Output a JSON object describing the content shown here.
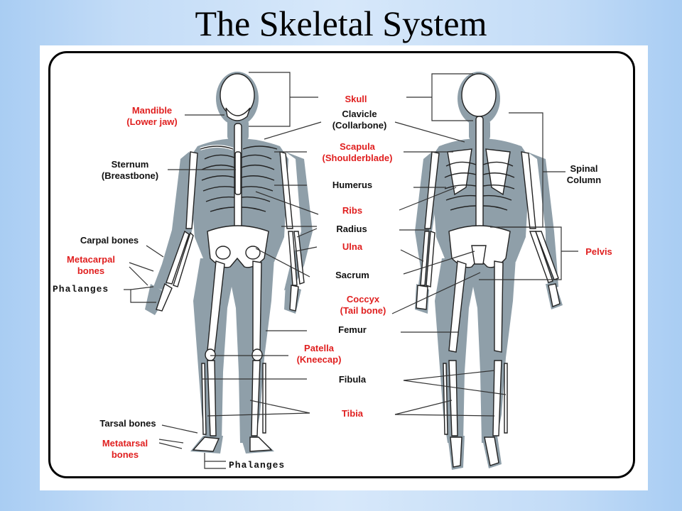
{
  "title": "The Skeletal System",
  "colors": {
    "label_red": "#e01f1f",
    "label_black": "#111111",
    "body_shadow": "#8f9fa9",
    "bone": "#ffffff",
    "background": "#c3dcf7"
  },
  "labels": {
    "mandible": "Mandible\n(Lower jaw)",
    "sternum": "Sternum\n(Breastbone)",
    "carpal_bones": "Carpal bones",
    "metacarpal_bones": "Metacarpal\nbones",
    "phalanges_hand": "Phalanges",
    "tarsal_bones": "Tarsal bones",
    "metatarsal_bones": "Metatarsal\nbones",
    "phalanges_foot": "Phalanges",
    "skull": "Skull",
    "clavicle": "Clavicle\n(Collarbone)",
    "scapula": "Scapula\n(Shoulderblade)",
    "humerus": "Humerus",
    "ribs": "Ribs",
    "radius": "Radius",
    "ulna": "Ulna",
    "sacrum": "Sacrum",
    "coccyx": "Coccyx\n(Tail bone)",
    "femur": "Femur",
    "patella": "Patella\n(Kneecap)",
    "fibula": "Fibula",
    "tibia": "Tibia",
    "spinal_column": "Spinal\nColumn",
    "pelvis": "Pelvis"
  }
}
